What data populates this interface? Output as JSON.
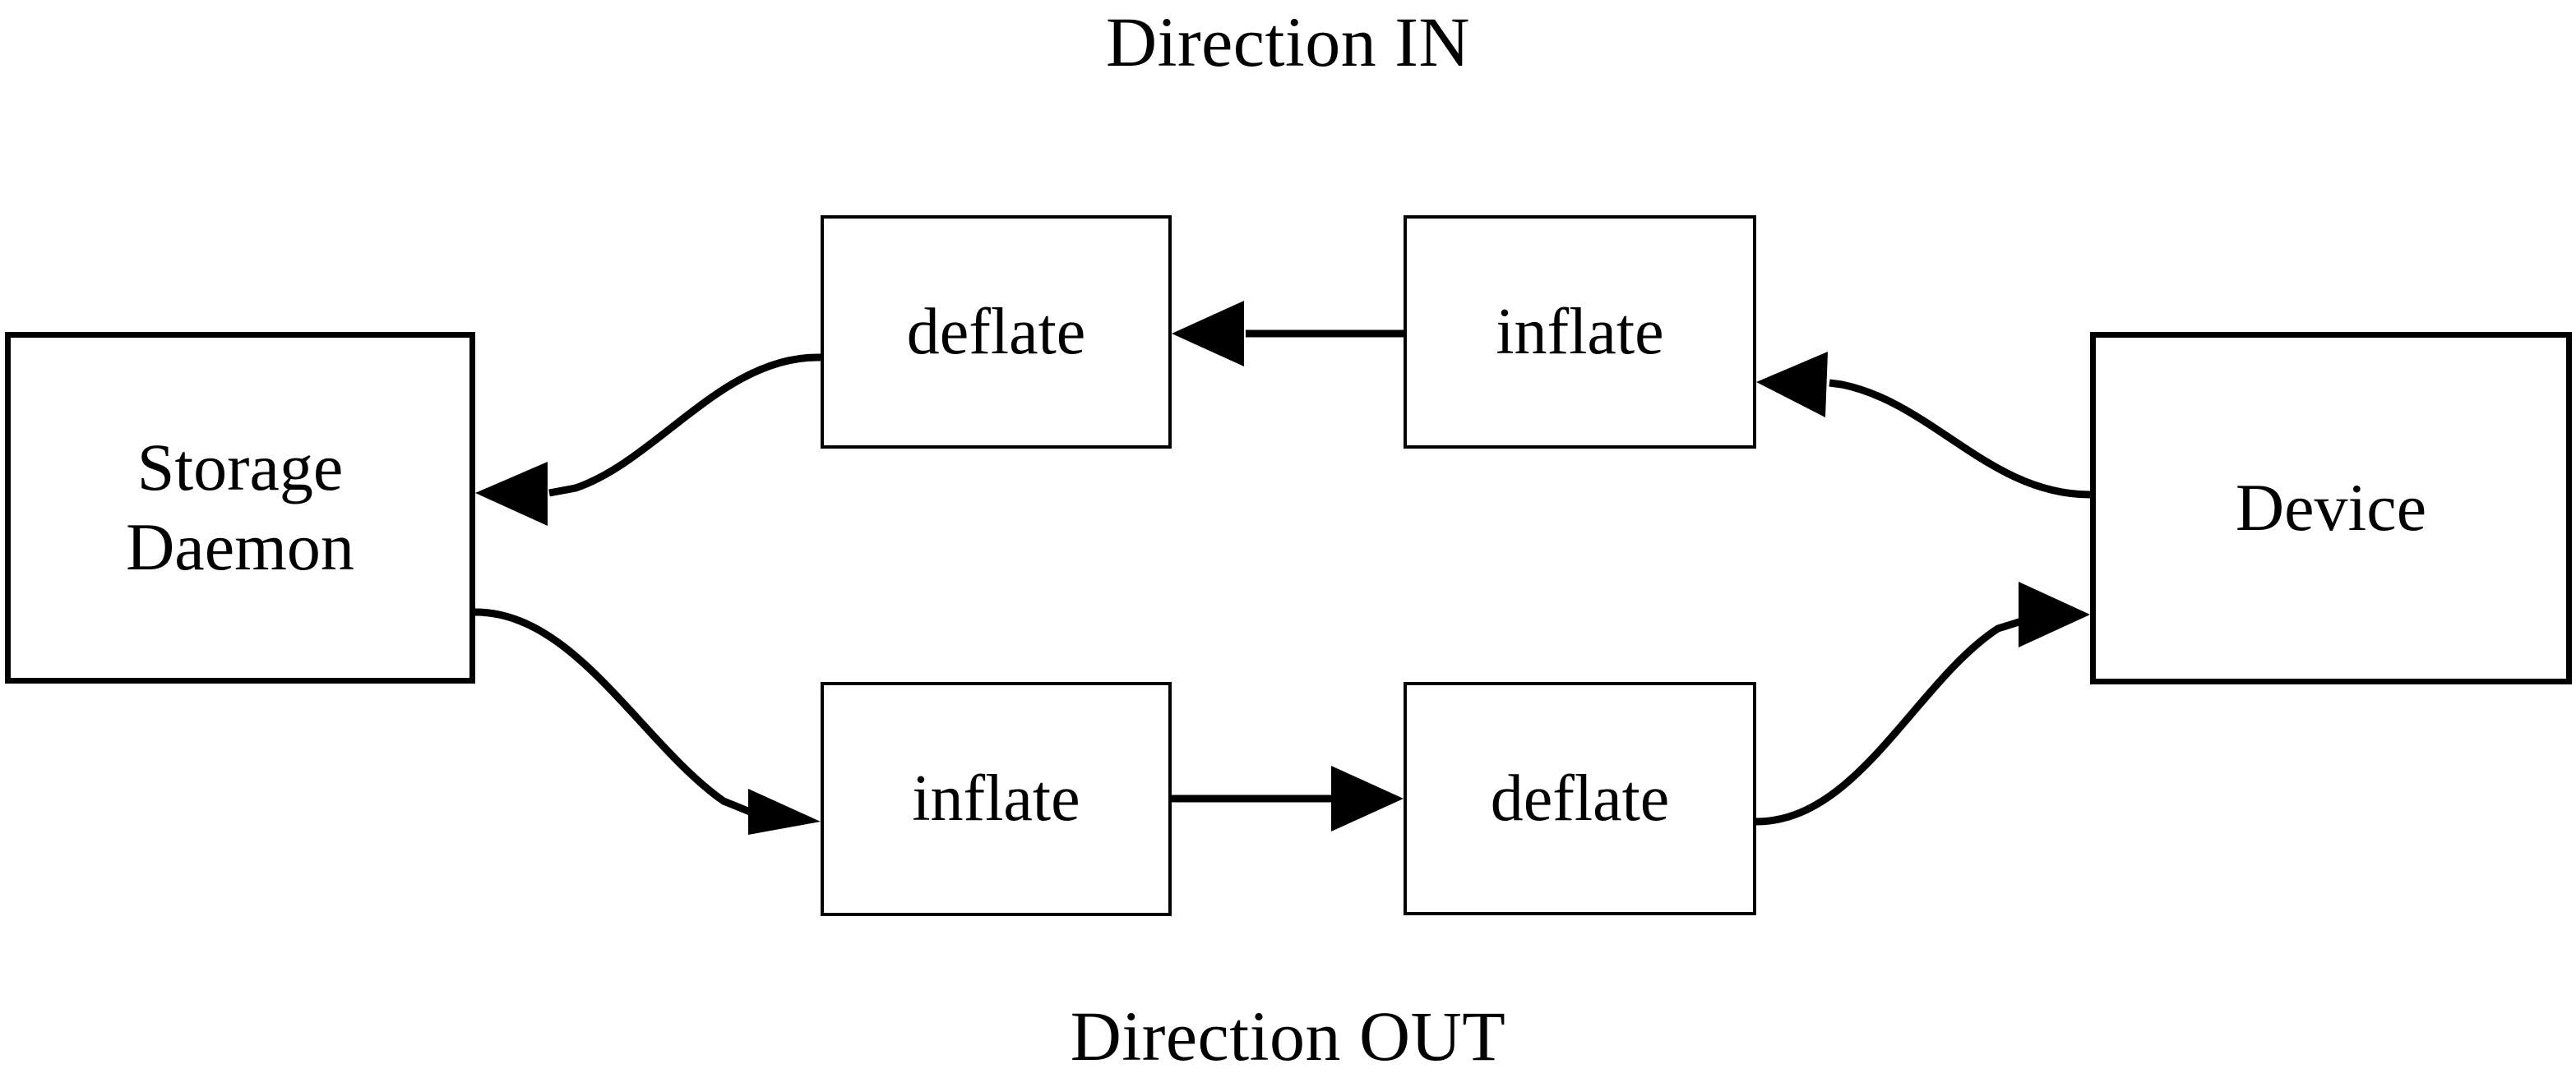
{
  "diagram": {
    "title_top": "Direction IN",
    "title_bottom": "Direction OUT",
    "background_color": "#ffffff",
    "stroke_color": "#000000",
    "nodes": {
      "storage_daemon": {
        "line1": "Storage",
        "line2": "Daemon"
      },
      "device": {
        "label": "Device"
      },
      "deflate_in": {
        "label": "deflate"
      },
      "inflate_in": {
        "label": "inflate"
      },
      "inflate_out": {
        "label": "inflate"
      },
      "deflate_out": {
        "label": "deflate"
      }
    },
    "flows": {
      "in": {
        "name": "Direction IN",
        "path": [
          "Device",
          "inflate",
          "deflate",
          "Storage Daemon"
        ]
      },
      "out": {
        "name": "Direction OUT",
        "path": [
          "Storage Daemon",
          "inflate",
          "deflate",
          "Device"
        ]
      }
    },
    "edges": [
      {
        "id": "device-to-inflate-in",
        "from": "Device",
        "to": "inflate (IN)",
        "style": "curved",
        "direction": "right-to-left"
      },
      {
        "id": "inflate-in-to-deflate-in",
        "from": "inflate (IN)",
        "to": "deflate (IN)",
        "style": "straight",
        "direction": "right-to-left"
      },
      {
        "id": "deflate-in-to-storage",
        "from": "deflate (IN)",
        "to": "Storage Daemon",
        "style": "curved",
        "direction": "right-to-left"
      },
      {
        "id": "storage-to-inflate-out",
        "from": "Storage Daemon",
        "to": "inflate (OUT)",
        "style": "curved",
        "direction": "left-to-right"
      },
      {
        "id": "inflate-out-to-deflate-out",
        "from": "inflate (OUT)",
        "to": "deflate (OUT)",
        "style": "straight",
        "direction": "left-to-right"
      },
      {
        "id": "deflate-out-to-device",
        "from": "deflate (OUT)",
        "to": "Device",
        "style": "curved",
        "direction": "left-to-right"
      }
    ]
  }
}
